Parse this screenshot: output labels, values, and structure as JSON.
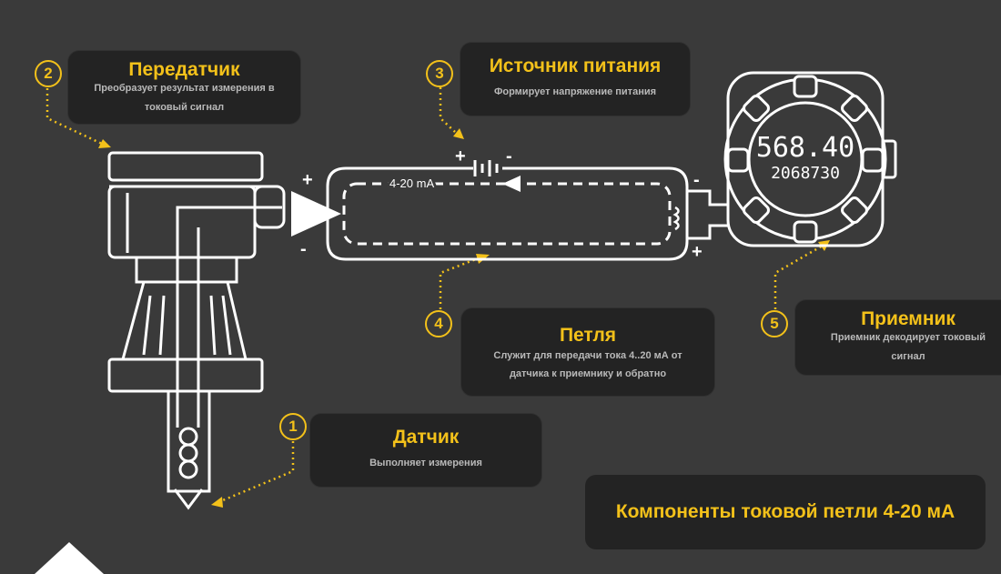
{
  "callouts": [
    {
      "number": "1",
      "title": "Датчик",
      "description": "Выполняет измерения"
    },
    {
      "number": "2",
      "title": "Передатчик",
      "description_lines": [
        "Преобразует результат измерения в",
        "токовый сигнал"
      ]
    },
    {
      "number": "3",
      "title": "Источник питания",
      "description": "Формирует напряжение питания"
    },
    {
      "number": "4",
      "title": "Петля",
      "description_lines": [
        "Служит для передачи тока 4..20 мА от",
        "датчика к приемнику и обратно"
      ]
    },
    {
      "number": "5",
      "title": "Приемник",
      "description_lines": [
        "Приемник декодирует токовый",
        "сигнал"
      ]
    }
  ],
  "loop": {
    "current_label": "4-20 mA",
    "plus": "+",
    "minus": "-"
  },
  "display": {
    "top_value": "568.40",
    "bottom_value": "2068730"
  },
  "main_title": "Компоненты токовой петли 4-20 мА",
  "colors": {
    "background": "#3a3a3a",
    "accent": "#f3c11a",
    "callout_bg": "#232323",
    "line": "#ffffff",
    "desc_text": "#b9b9b9"
  }
}
